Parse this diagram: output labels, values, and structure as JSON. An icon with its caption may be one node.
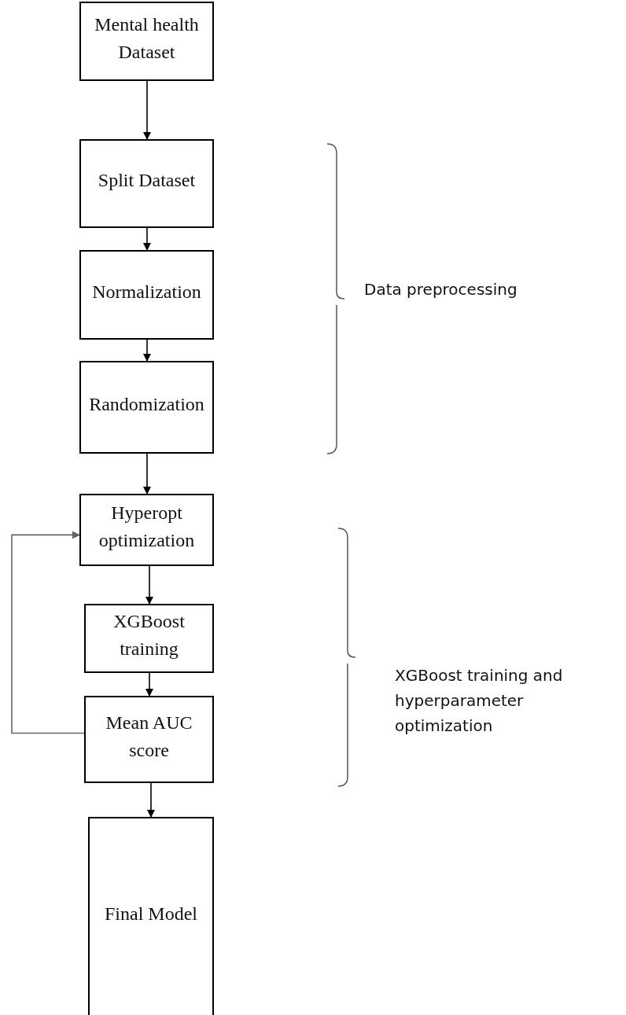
{
  "diagram": {
    "nodes": [
      {
        "text": [
          "Mental health Dataset"
        ]
      },
      {
        "text": [
          "Split Dataset"
        ]
      },
      {
        "text": [
          "Normalization"
        ]
      },
      {
        "text": [
          "Randomization"
        ]
      },
      {
        "text": [
          "Hyperopt optimization"
        ]
      },
      {
        "text": [
          "XGBoost training"
        ]
      },
      {
        "text": [
          "Mean AUC score"
        ]
      },
      {
        "text": [
          "Final Model"
        ]
      }
    ],
    "edges": [
      {
        "from": 0,
        "to": 1,
        "arrow": "to"
      },
      {
        "from": 1,
        "to": 2,
        "arrow": "to"
      },
      {
        "from": 2,
        "to": 3,
        "arrow": "to"
      },
      {
        "from": 3,
        "to": 4,
        "arrow": "to"
      },
      {
        "from": 4,
        "to": 5,
        "arrow": "to"
      },
      {
        "from": 5,
        "to": 6,
        "arrow": "to"
      },
      {
        "from": 6,
        "to": 7,
        "arrow": "to"
      },
      {
        "from": 6,
        "to": 4,
        "arrow": "to",
        "color": "#666666"
      }
    ],
    "labels": [
      "Data preprocessing",
      "XGBoost training and hyperparameter optimization"
    ]
  }
}
